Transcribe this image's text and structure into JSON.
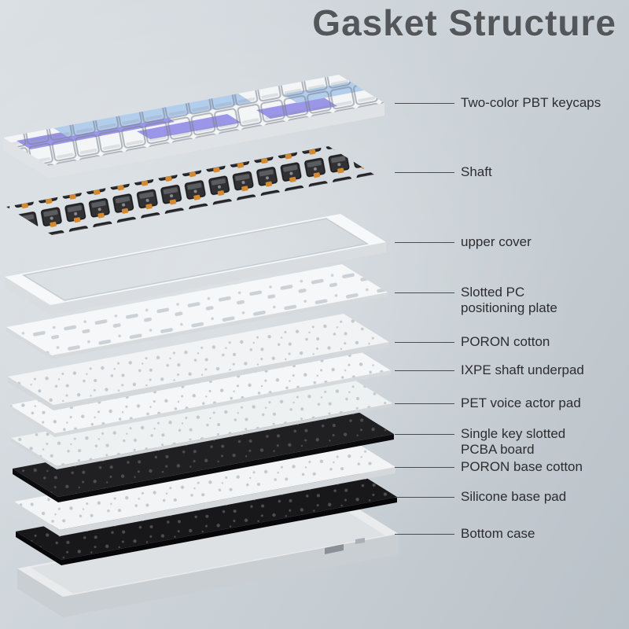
{
  "title": "Gasket Structure",
  "labels": [
    {
      "text": "Two-color PBT keycaps"
    },
    {
      "text": "Shaft"
    },
    {
      "text": "upper cover"
    },
    {
      "text": "Slotted PC\npositioning plate"
    },
    {
      "text": "PORON cotton"
    },
    {
      "text": "IXPE shaft underpad"
    },
    {
      "text": "PET voice actor pad"
    },
    {
      "text": "Single key slotted\nPCBA board"
    },
    {
      "text": "PORON base cotton"
    },
    {
      "text": "Silicone base pad"
    },
    {
      "text": "Bottom case"
    }
  ],
  "colors": {
    "keycap_purple": "#8e86e6",
    "keycap_blue": "#a9c7ec",
    "switch_orange": "#d5892e",
    "plate_white": "#f3f5f7",
    "pcba_black": "#202023",
    "title_gray": "#54575a"
  }
}
